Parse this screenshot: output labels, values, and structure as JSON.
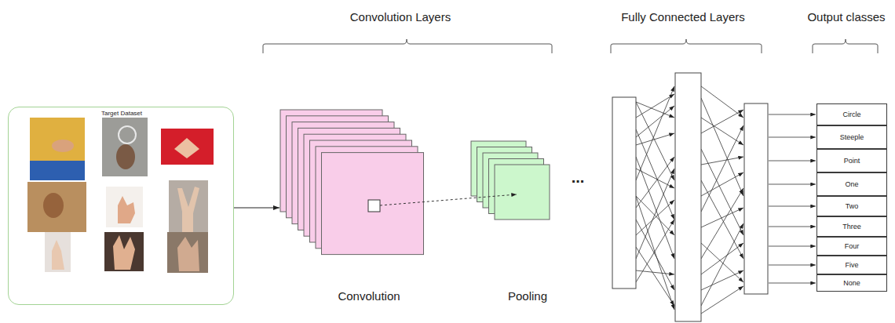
{
  "diagram": {
    "nodes": [
      {
        "text": [
          "Target Dataset"
        ]
      },
      {
        "text": [
          "Convolution"
        ]
      },
      {
        "text": [
          "Pooling"
        ]
      },
      {
        "text": [
          "Circle"
        ]
      },
      {
        "text": [
          "Steeple"
        ]
      },
      {
        "text": [
          "Point"
        ]
      },
      {
        "text": [
          "One"
        ]
      },
      {
        "text": [
          "Two"
        ]
      },
      {
        "text": [
          "Three"
        ]
      },
      {
        "text": [
          "Four"
        ]
      },
      {
        "text": [
          "Five"
        ]
      },
      {
        "text": [
          "None"
        ]
      }
    ],
    "edges": [
      {
        "from": 0,
        "to": 1,
        "arrow": "to"
      }
    ],
    "labels": [
      "Convolution Layers",
      "...",
      "Fully Connected Layers",
      "Output classes"
    ]
  }
}
